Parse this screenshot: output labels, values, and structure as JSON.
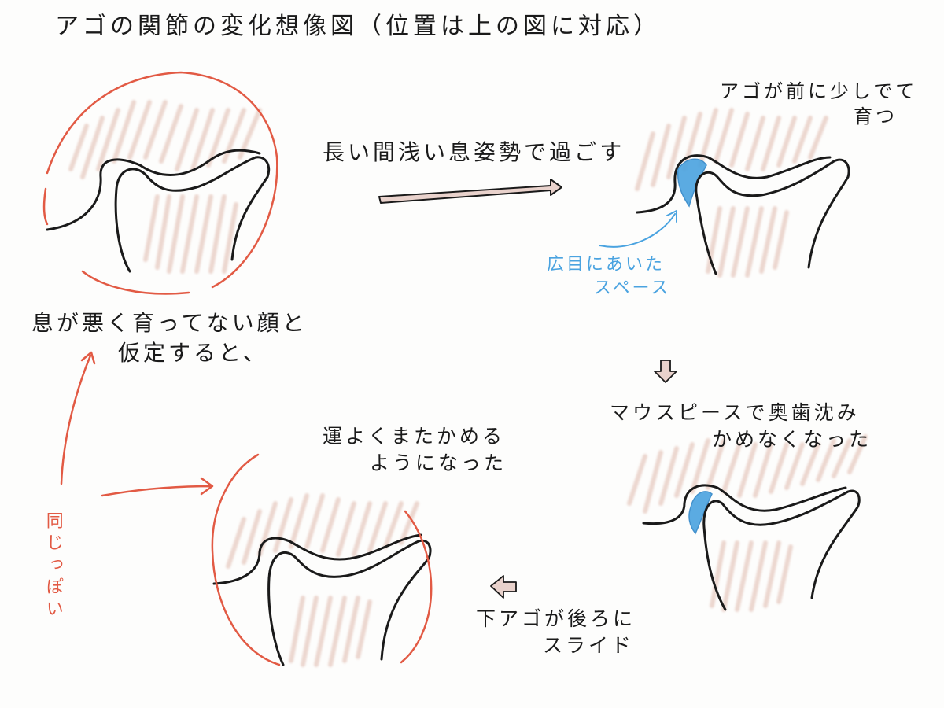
{
  "title": "アゴの関節の変化想像図（位置は上の図に対応）",
  "panels": {
    "top_left": {
      "caption_line1": "息が悪く育ってない顔と",
      "caption_line2": "仮定すると、"
    },
    "top_arrow": {
      "label": "長い間浅い息姿勢で過ごす"
    },
    "top_right": {
      "caption_line1": "アゴが前に少しでて",
      "caption_line2": "育つ",
      "space_label_line1": "広目にあいた",
      "space_label_line2": "スペース"
    },
    "bottom_right": {
      "caption_line1": "マウスピースで奥歯沈み",
      "caption_line2": "かめなくなった"
    },
    "bottom_middle_arrow": {
      "label_line1": "下アゴが後ろに",
      "label_line2": "スライド"
    },
    "bottom_left": {
      "caption_line1": "運よくまたかめる",
      "caption_line2": "ようになった"
    },
    "side_note": {
      "label": "同じっぽい"
    }
  },
  "colors": {
    "ink": "#1a1a1a",
    "red": "#e25a44",
    "blue": "#4aa3e0",
    "shade": "#d8a99a",
    "arrow_fill": "#e9d2cc"
  }
}
